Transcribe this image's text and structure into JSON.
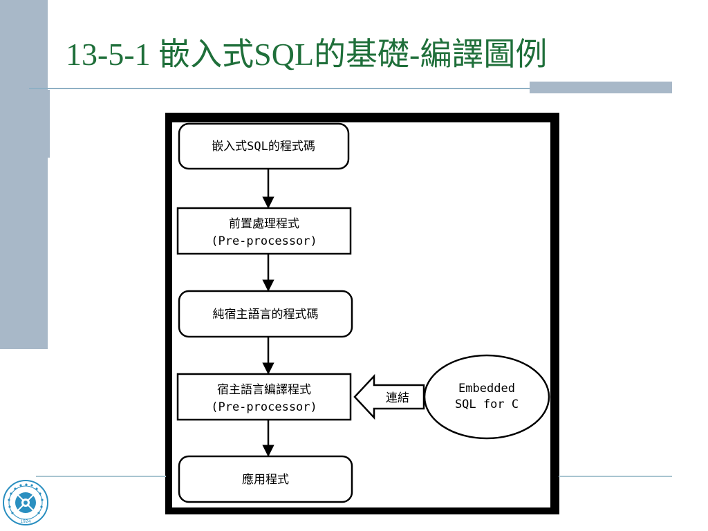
{
  "slide": {
    "title": "13-5-1 嵌入式SQL的基礎-編譯圖例"
  },
  "diagram": {
    "step1": "嵌入式SQL的程式碼",
    "step2_line1": "前置處理程式",
    "step2_line2": "(Pre-processor)",
    "step3": "純宿主語言的程式碼",
    "step4_line1": "宿主語言編譯程式",
    "step4_line2": "(Pre-processor)",
    "step5": "應用程式",
    "link_label": "連結",
    "library_line1": "Embedded",
    "library_line2": "SQL for C"
  },
  "logo": {
    "year": "1924"
  },
  "colors": {
    "title": "#1f6f3a",
    "accent_bar": "#a8b8c8",
    "rule": "#8fb0c4",
    "logo": "#2a8fc0"
  }
}
